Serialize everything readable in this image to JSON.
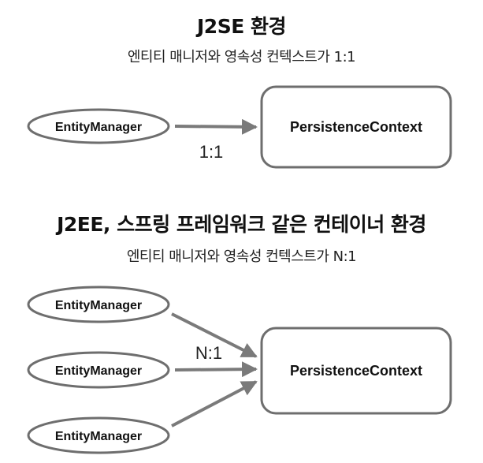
{
  "sections": [
    {
      "title": "J2SE 환경",
      "subtitle": "엔티티 매니저와 영속성 컨텍스트가 1:1",
      "entity_managers": [
        "EntityManager"
      ],
      "context": "PersistenceContext",
      "relation": "1:1"
    },
    {
      "title": "J2EE, 스프링 프레임워크 같은 컨테이너 환경",
      "subtitle": "엔티티 매니저와 영속성 컨텍스트가 N:1",
      "entity_managers": [
        "EntityManager",
        "EntityManager",
        "EntityManager"
      ],
      "context": "PersistenceContext",
      "relation": "N:1"
    }
  ],
  "colors": {
    "stroke": "#6e6e6e",
    "text": "#111111"
  }
}
